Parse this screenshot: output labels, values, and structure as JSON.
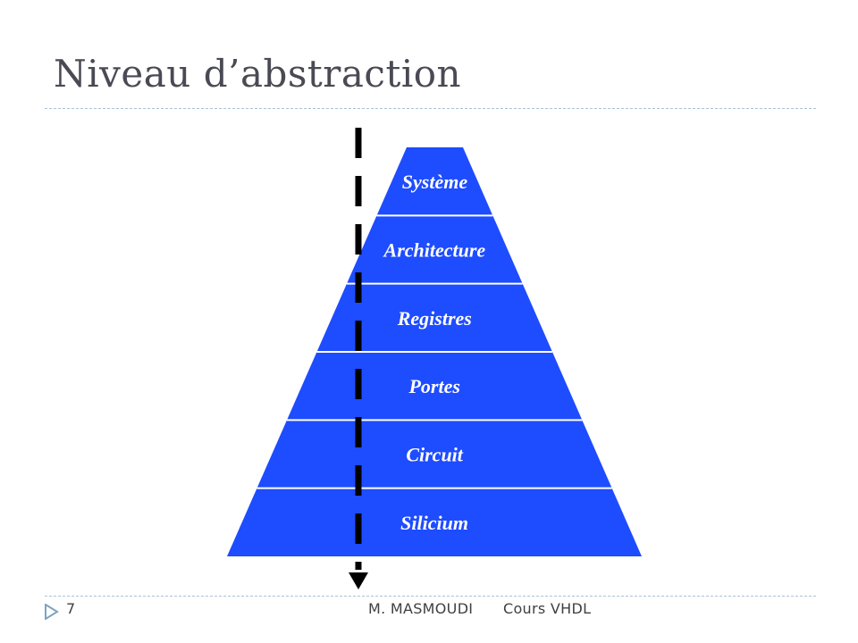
{
  "slide": {
    "title": "Niveau d’abstraction"
  },
  "pyramid": {
    "fill_color": "#1e4cff",
    "separator_color": "#ffffff",
    "levels": [
      "Système",
      "Architecture",
      "Registres",
      "Portes",
      "Circuit",
      "Silicium"
    ]
  },
  "arrow": {
    "style": "dashed",
    "direction": "down",
    "color": "#000000"
  },
  "footer": {
    "page_number": "7",
    "author": "M. MASMOUDI",
    "course": "Cours VHDL",
    "marker_icon": "triangle-right-icon",
    "marker_color": "#7fa3c2"
  }
}
